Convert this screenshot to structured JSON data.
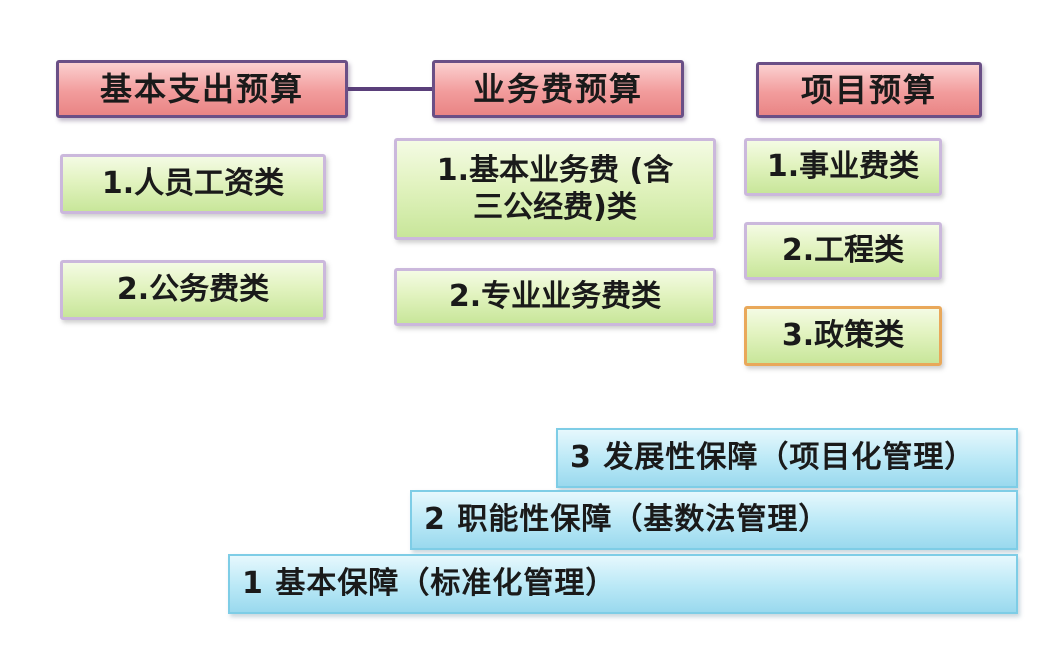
{
  "columns": [
    {
      "header": "基本支出预算",
      "items": [
        "1.人员工资类",
        "2.公务费类"
      ]
    },
    {
      "header": "业务费预算",
      "items": [
        "1.基本业务费 (含三公经费)类",
        "2.专业业务费类"
      ]
    },
    {
      "header": "项目预算",
      "items": [
        "1.事业费类",
        "2.工程类",
        "3.政策类"
      ]
    }
  ],
  "item2_lines": [
    "1.基本业务费 (含",
    "三公经费)类"
  ],
  "tiers": [
    "3 发展性保障（项目化管理）",
    "2 职能性保障（基数法管理）",
    "1 基本保障（标准化管理）"
  ],
  "colors": {
    "header_fill": "#f29c9c",
    "item_fill": "#e2f3c0",
    "tier_fill": "#b9e8f6",
    "connector": "#5a3f7a",
    "highlight_border": "#e9a85a"
  }
}
